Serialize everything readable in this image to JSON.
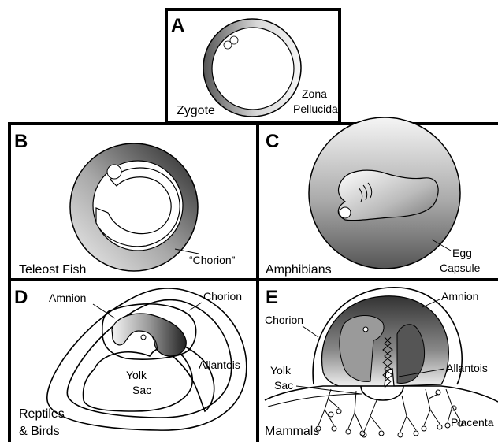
{
  "panels": {
    "a": {
      "letter": "A",
      "title": "Zygote",
      "label_1": "Zona",
      "label_2": "Pellucida"
    },
    "b": {
      "letter": "B",
      "title": "Teleost Fish",
      "label": "“Chorion”"
    },
    "c": {
      "letter": "C",
      "title": "Amphibians",
      "label_1": "Egg",
      "label_2": "Capsule"
    },
    "d": {
      "letter": "D",
      "title_1": "Reptiles",
      "title_2": "& Birds",
      "amnion": "Amnion",
      "chorion": "Chorion",
      "yolk_1": "Yolk",
      "yolk_2": "Sac",
      "allantois": "Allantois"
    },
    "e": {
      "letter": "E",
      "title": "Mammals",
      "amnion": "Amnion",
      "chorion": "Chorion",
      "yolk_1": "Yolk",
      "yolk_2": "Sac",
      "allantois": "Allantois",
      "placenta": "Placenta"
    }
  },
  "colors": {
    "border": "#000000",
    "shade_dark": "#3a3a3a",
    "shade_light": "#f2f2f2",
    "background": "#ffffff"
  }
}
